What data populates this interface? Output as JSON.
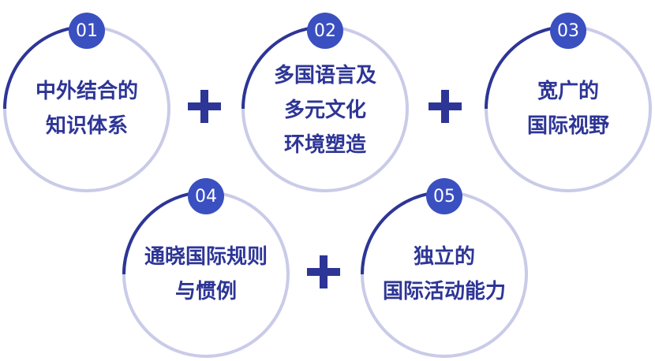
{
  "colors": {
    "ring_dark": "#2d3596",
    "ring_light": "#c9cbe8",
    "badge": "#3a4fc0",
    "text": "#2d3596"
  },
  "items": [
    {
      "number": "01",
      "lines": [
        "中外结合的",
        "知识体系"
      ]
    },
    {
      "number": "02",
      "lines": [
        "多国语言及",
        "多元文化",
        "环境塑造"
      ]
    },
    {
      "number": "03",
      "lines": [
        "宽广的",
        "国际视野"
      ]
    },
    {
      "number": "04",
      "lines": [
        "通晓国际规则",
        "与惯例"
      ]
    },
    {
      "number": "05",
      "lines": [
        "独立的",
        "国际活动能力"
      ]
    }
  ],
  "connector_icon": "plus-icon"
}
